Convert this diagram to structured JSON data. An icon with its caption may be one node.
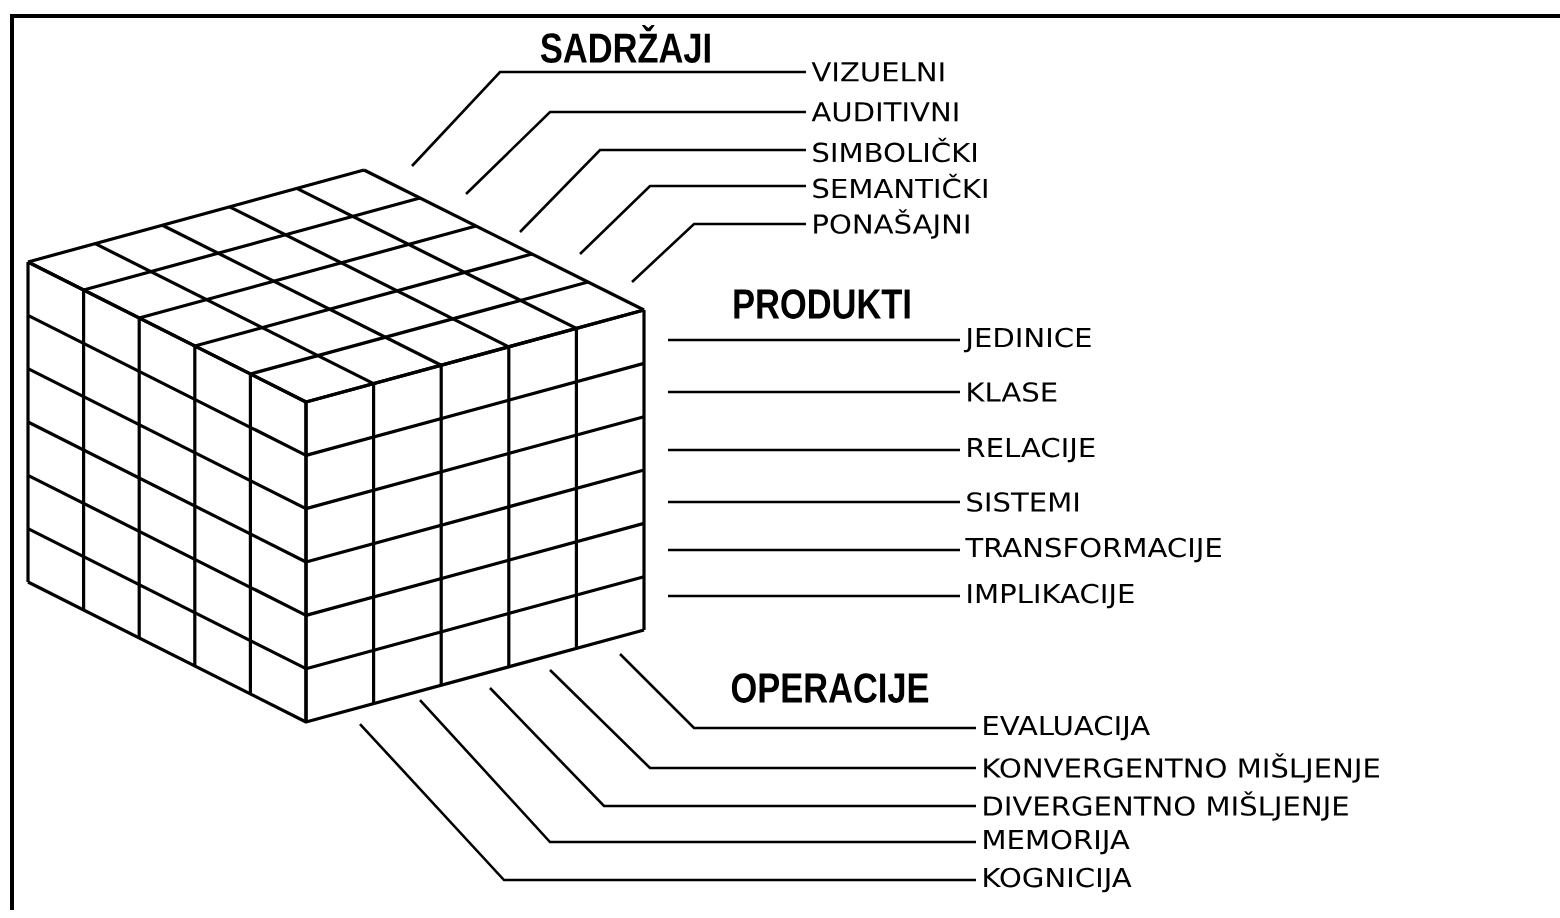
{
  "diagram": {
    "nodes": [
      {
        "text": [
          "VIZUELNI"
        ]
      },
      {
        "text": [
          "AUDITIVNI"
        ]
      },
      {
        "text": [
          "SIMBOLIČKI"
        ]
      },
      {
        "text": [
          "SEMANTIČKI"
        ]
      },
      {
        "text": [
          "PONAŠAJNI"
        ]
      },
      {
        "text": [
          "JEDINICE"
        ]
      },
      {
        "text": [
          "KLASE"
        ]
      },
      {
        "text": [
          "RELACIJE"
        ]
      },
      {
        "text": [
          "SISTEMI"
        ]
      },
      {
        "text": [
          "TRANSFORMACIJE"
        ]
      },
      {
        "text": [
          "IMPLIKACIJE"
        ]
      },
      {
        "text": [
          "EVALUACIJA"
        ]
      },
      {
        "text": [
          "KONVERGENTNO MIŠLJENJE"
        ]
      },
      {
        "text": [
          "DIVERGENTNO MIŠLJENJE"
        ]
      },
      {
        "text": [
          "MEMORIJA"
        ]
      },
      {
        "text": [
          "KOGNICIJA"
        ]
      }
    ],
    "edges": [
      {
        "from": 0,
        "to": null,
        "arrow": "none"
      },
      {
        "from": 1,
        "to": null,
        "arrow": "none"
      },
      {
        "from": 2,
        "to": null,
        "arrow": "none"
      },
      {
        "from": 3,
        "to": null,
        "arrow": "none"
      },
      {
        "from": 4,
        "to": null,
        "arrow": "none"
      },
      {
        "from": 5,
        "to": null,
        "arrow": "none"
      },
      {
        "from": 6,
        "to": null,
        "arrow": "none"
      },
      {
        "from": 7,
        "to": null,
        "arrow": "none"
      },
      {
        "from": 8,
        "to": null,
        "arrow": "none"
      },
      {
        "from": 9,
        "to": null,
        "arrow": "none"
      },
      {
        "from": 10,
        "to": null,
        "arrow": "none"
      },
      {
        "from": 11,
        "to": null,
        "arrow": "none"
      },
      {
        "from": 12,
        "to": null,
        "arrow": "none"
      },
      {
        "from": 13,
        "to": null,
        "arrow": "none"
      },
      {
        "from": 14,
        "to": null,
        "arrow": "none"
      },
      {
        "from": 15,
        "to": null,
        "arrow": "none"
      }
    ],
    "labels": [
      "SADRŽAJI",
      "PRODUKTI",
      "OPERACIJE"
    ]
  }
}
